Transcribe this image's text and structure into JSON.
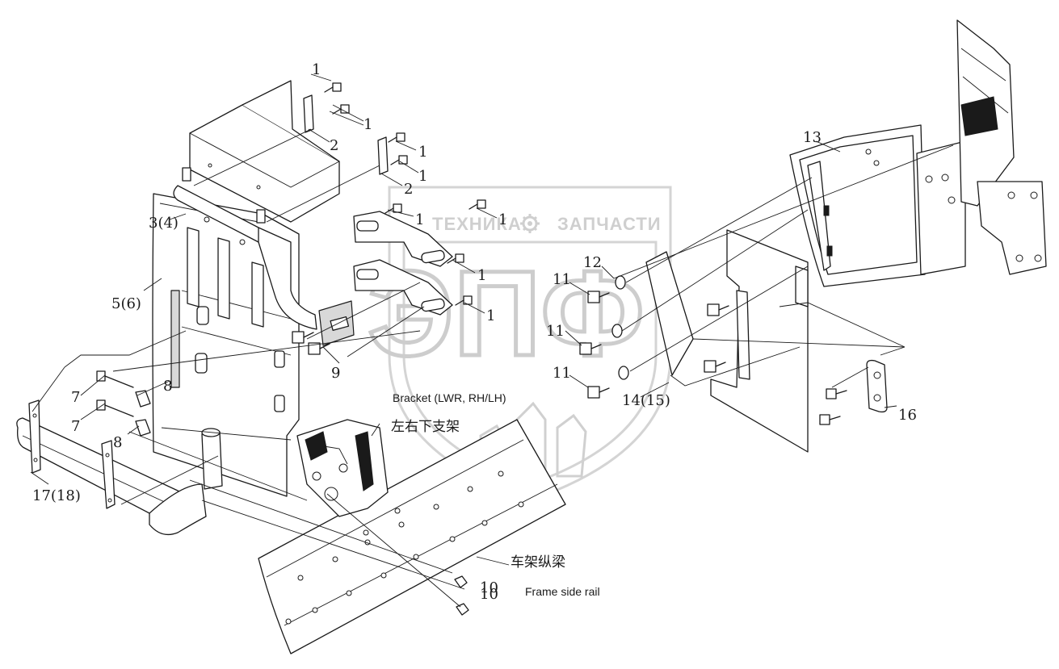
{
  "watermark": {
    "left_word": "ТЕХНИКА",
    "right_word": "ЗАПЧАСТИ",
    "logo": "ЭПФ",
    "gear_icon": "gear-icon"
  },
  "callouts": [
    {
      "id": "c1a",
      "text": "1"
    },
    {
      "id": "c1b",
      "text": "1"
    },
    {
      "id": "c1c",
      "text": "1"
    },
    {
      "id": "c1d",
      "text": "1"
    },
    {
      "id": "c1e",
      "text": "1"
    },
    {
      "id": "c1f",
      "text": "1"
    },
    {
      "id": "c1g",
      "text": "1"
    },
    {
      "id": "c1h",
      "text": "1"
    },
    {
      "id": "c2a",
      "text": "2"
    },
    {
      "id": "c2b",
      "text": "2"
    },
    {
      "id": "c3",
      "text": "3(4)"
    },
    {
      "id": "c5",
      "text": "5(6)"
    },
    {
      "id": "c7a",
      "text": "7"
    },
    {
      "id": "c7b",
      "text": "7"
    },
    {
      "id": "c8a",
      "text": "8"
    },
    {
      "id": "c8b",
      "text": "8"
    },
    {
      "id": "c9",
      "text": "9"
    },
    {
      "id": "c10a",
      "text": "10"
    },
    {
      "id": "c10b",
      "text": "10"
    },
    {
      "id": "c11a",
      "text": "11"
    },
    {
      "id": "c11b",
      "text": "11"
    },
    {
      "id": "c11c",
      "text": "11"
    },
    {
      "id": "c12",
      "text": "12"
    },
    {
      "id": "c13",
      "text": "13"
    },
    {
      "id": "c14",
      "text": "14(15)"
    },
    {
      "id": "c16",
      "text": "16"
    },
    {
      "id": "c17",
      "text": "17(18)"
    }
  ],
  "captions": {
    "bracket_en": "Bracket (LWR, RH/LH)",
    "bracket_cn": "左右下支架",
    "rail_cn": "车架纵梁",
    "rail_en": "Frame side rail"
  }
}
